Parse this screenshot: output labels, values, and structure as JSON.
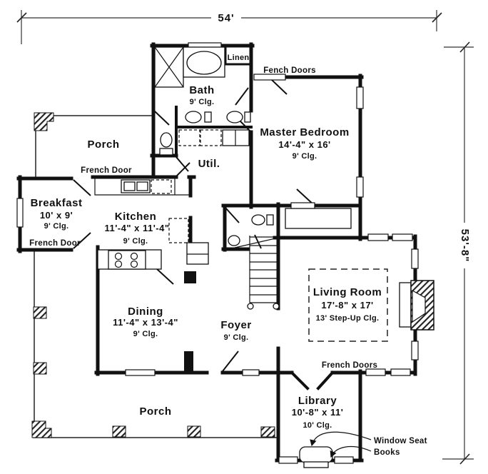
{
  "dimensions": {
    "width_label": "54'",
    "height_label": "53'-8\""
  },
  "rooms": {
    "bath": {
      "name": "Bath",
      "ceiling": "9' Clg."
    },
    "linen": {
      "name": "Linen"
    },
    "util": {
      "name": "Util."
    },
    "master": {
      "name": "Master Bedroom",
      "size": "14'-4\" x 16'",
      "ceiling": "9' Clg."
    },
    "porch_top": {
      "name": "Porch"
    },
    "breakfast": {
      "name": "Breakfast",
      "size": "10' x 9'",
      "ceiling": "9' Clg."
    },
    "kitchen": {
      "name": "Kitchen",
      "size": "11'-4\" x 11'-4\"",
      "ceiling": "9' Clg."
    },
    "dining": {
      "name": "Dining",
      "size": "11'-4\" x 13'-4\"",
      "ceiling": "9' Clg."
    },
    "foyer": {
      "name": "Foyer",
      "ceiling": "9' Clg."
    },
    "living": {
      "name": "Living Room",
      "size": "17'-8\" x 17'",
      "ceiling": "13' Step-Up Clg."
    },
    "library": {
      "name": "Library",
      "size": "10'-8\" x 11'",
      "ceiling": "10' Clg."
    },
    "porch_bottom": {
      "name": "Porch"
    }
  },
  "annotations": {
    "fench_doors_top": "Fench Doors",
    "french_door_upper": "French Door",
    "french_door_lower": "French Door",
    "french_doors_living": "French Doors",
    "window_seat": "Window Seat",
    "books": "Books"
  },
  "colors": {
    "wall": "#111111",
    "background": "#ffffff",
    "dimension_line": "#333333"
  }
}
